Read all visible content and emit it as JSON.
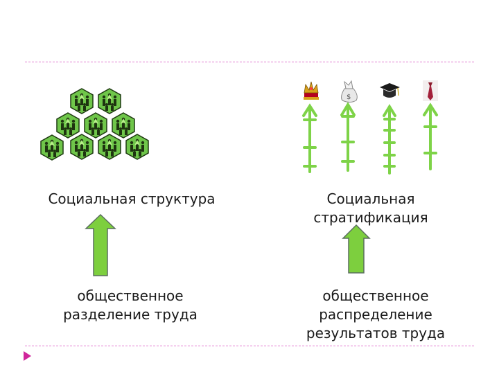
{
  "left": {
    "title": "Социальная структура",
    "basis": [
      "общественное",
      "разделение труда"
    ]
  },
  "right": {
    "title": [
      "Социальная",
      "стратификация"
    ],
    "basis": [
      "общественное",
      "распределение",
      "результатов труда"
    ],
    "ladder_icons": [
      "crown-icon",
      "money-bag-icon",
      "graduation-cap-icon",
      "necktie-icon"
    ]
  },
  "colors": {
    "accent_green": "#7ed348",
    "arrow_fill": "#7dcf3e",
    "hex_fill": "#6fc64a",
    "divider": "#e27ad0",
    "nav_arrow": "#d0259b"
  }
}
